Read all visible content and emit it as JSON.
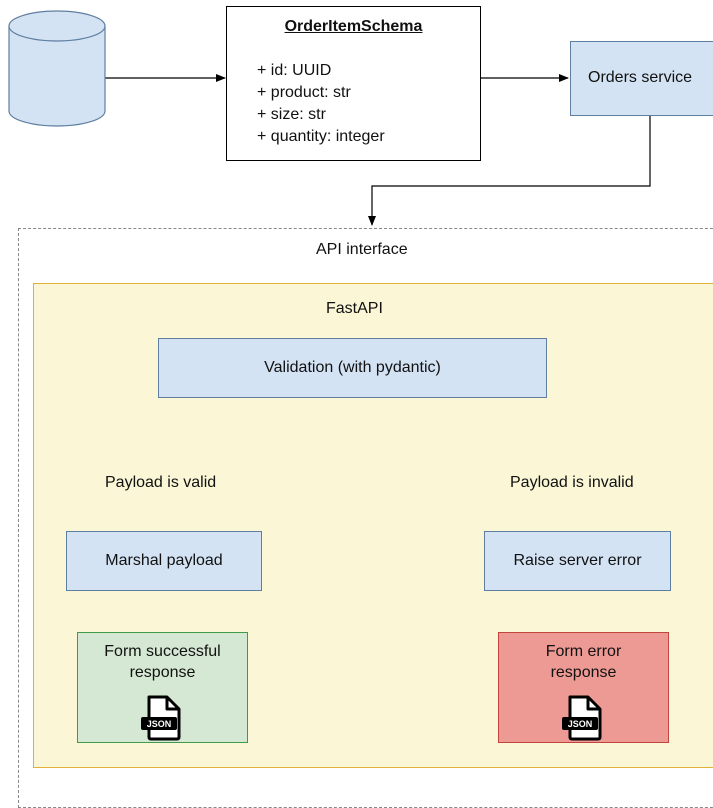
{
  "schema": {
    "title": "OrderItemSchema",
    "fields": [
      "+ id: UUID",
      "+ product: str",
      "+ size: str",
      "+ quantity: integer"
    ]
  },
  "orders_service": "Orders service",
  "api_interface": "API interface",
  "fastapi": "FastAPI",
  "validation": "Validation (with pydantic)",
  "branch_valid": "Payload is valid",
  "branch_invalid": "Payload is invalid",
  "marshal": "Marshal payload",
  "raise_error": "Raise server error",
  "success_response": [
    "Form successful",
    "response"
  ],
  "error_response": [
    "Form error",
    "response"
  ],
  "json_badge": "JSON",
  "colors": {
    "blue_fill": "#d3e3f4",
    "yellow_fill": "#faf6d6",
    "yellow_border": "#e0b23c",
    "green_fill": "#d5e8d4",
    "green_border": "#3f9a4a",
    "red_fill": "#ee9a94",
    "red_border": "#c2443d"
  }
}
